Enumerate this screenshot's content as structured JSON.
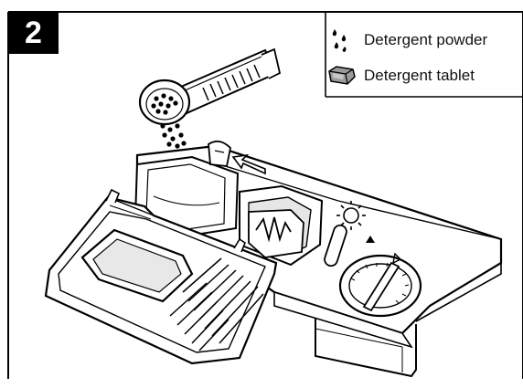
{
  "step": {
    "number": "2"
  },
  "legend": {
    "powder_label": "Detergent powder",
    "tablet_label": "Detergent tablet",
    "powder_icon": "powder-drops-icon",
    "tablet_icon": "tablet-icon"
  },
  "illustration": {
    "subject": "dishwasher-detergent-dispenser",
    "icons": [
      "detergent-scoop-icon",
      "arrow-icon",
      "sun-icon",
      "dial-icon"
    ]
  }
}
